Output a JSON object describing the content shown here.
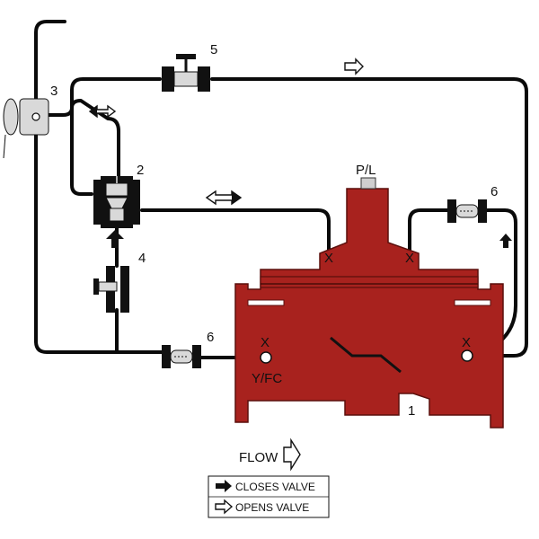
{
  "labels": {
    "n1": "1",
    "n2": "2",
    "n3": "3",
    "n4": "4",
    "n5": "5",
    "n6_top": "6",
    "n6_bottom": "6",
    "pl": "P/L",
    "yfc": "Y/FC",
    "x1": "X",
    "x2": "X",
    "x3": "X",
    "x4": "X"
  },
  "flow": {
    "label": "FLOW"
  },
  "legend": {
    "closes": "CLOSES VALVE",
    "opens": "OPENS VALVE"
  },
  "colors": {
    "valve_body": "#a8221e",
    "pipe": "#0a0a0a",
    "background": "#ffffff"
  },
  "icons": {
    "solid_arrow": "closes-valve-arrow-icon",
    "hollow_arrow": "opens-valve-arrow-icon"
  }
}
